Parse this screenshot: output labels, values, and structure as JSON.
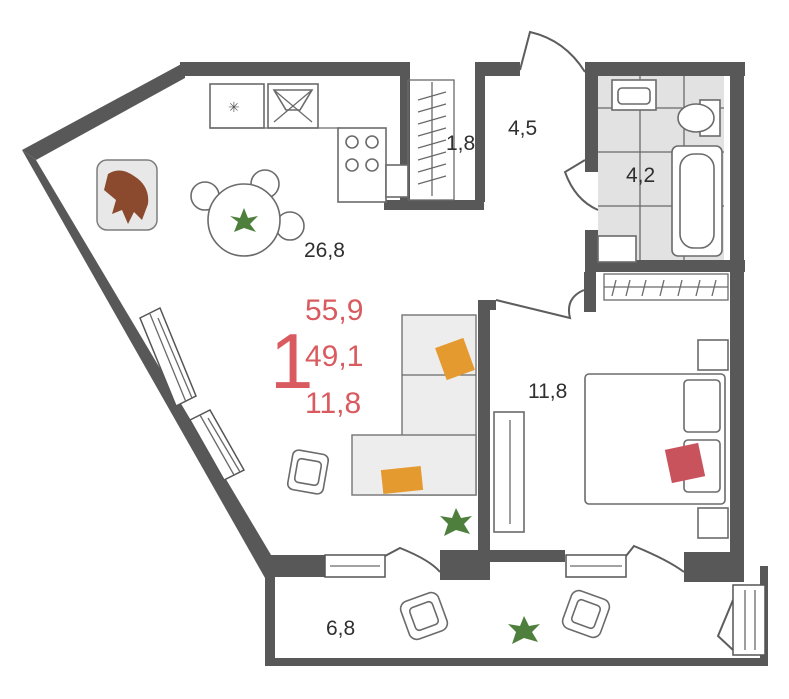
{
  "summary": {
    "rooms_count": "1",
    "total_area": "55,9",
    "living_area": "49,1",
    "kitchen_area": "11,8"
  },
  "rooms": {
    "kitchen_living": "26,8",
    "wardrobe": "1,8",
    "hallway": "4,5",
    "bathroom": "4,2",
    "bedroom": "11,8",
    "balcony": "6,8"
  },
  "colors": {
    "accent": "#d95b5f",
    "walls": "#585858",
    "bathroom_floor": "#e2e2e2",
    "cushion": "#e59a2f",
    "pillow": "#c8535d",
    "plant": "#4e7f3c",
    "dog": "#8b4a2d"
  }
}
